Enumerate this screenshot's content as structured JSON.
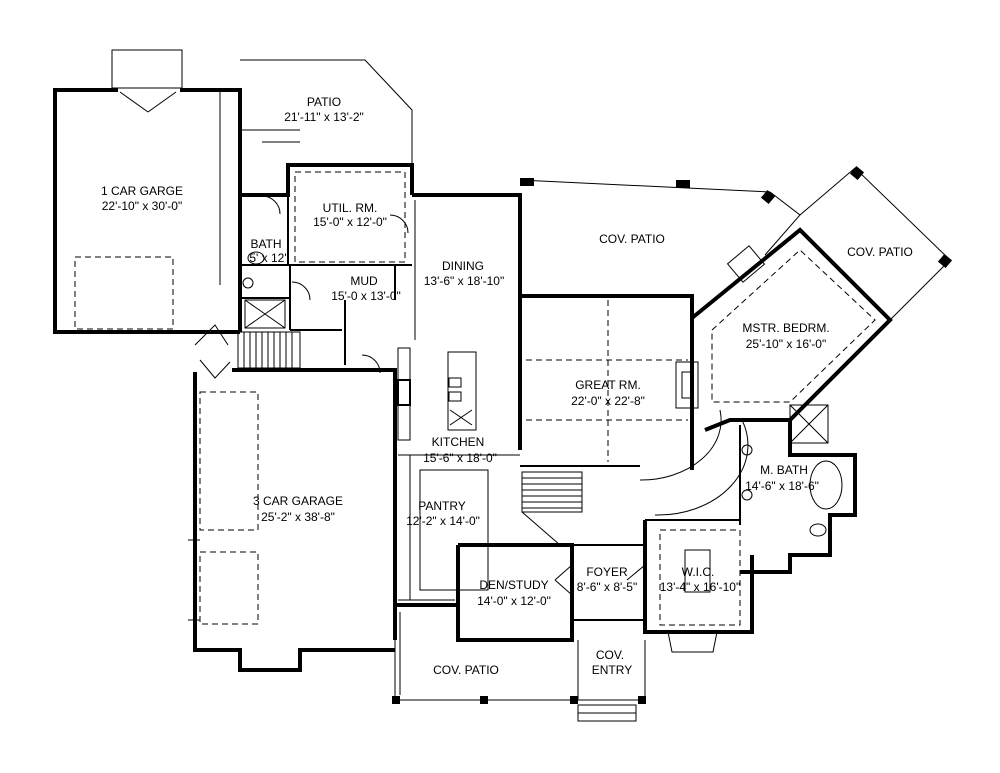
{
  "rooms": [
    {
      "id": "car1",
      "name": "1 CAR GARGE",
      "dims": "22'-10\" x 30'-0\""
    },
    {
      "id": "patio",
      "name": "PATIO",
      "dims": "21'-11\" x 13'-2\""
    },
    {
      "id": "util",
      "name": "UTIL. RM.",
      "dims": "15'-0\" x 12'-0\""
    },
    {
      "id": "bath",
      "name": "BATH",
      "dims": "5' x 12'"
    },
    {
      "id": "mud",
      "name": "MUD",
      "dims": "15'-0 x 13'-0\""
    },
    {
      "id": "dining",
      "name": "DINING",
      "dims": "13'-6\" x 18'-10\""
    },
    {
      "id": "covpatio1",
      "name": "COV. PATIO",
      "dims": ""
    },
    {
      "id": "covpatio2",
      "name": "COV. PATIO",
      "dims": ""
    },
    {
      "id": "mstr",
      "name": "MSTR. BEDRM.",
      "dims": "25'-10\" x 16'-0\""
    },
    {
      "id": "great",
      "name": "GREAT RM.",
      "dims": "22'-0\" x 22'-8\""
    },
    {
      "id": "kitchen",
      "name": "KITCHEN",
      "dims": "15'-6\" x 18'-0\""
    },
    {
      "id": "mbath",
      "name": "M. BATH",
      "dims": "14'-6\" x 18'-6\""
    },
    {
      "id": "car3",
      "name": "3 CAR GARAGE",
      "dims": "25'-2\" x 38'-8\""
    },
    {
      "id": "pantry",
      "name": "PANTRY",
      "dims": "12'-2\" x 14'-0\""
    },
    {
      "id": "den",
      "name": "DEN/STUDY",
      "dims": "14'-0\" x 12'-0\""
    },
    {
      "id": "foyer",
      "name": "FOYER",
      "dims": "8'-6\" x 8'-5\""
    },
    {
      "id": "wic",
      "name": "W.I.C.",
      "dims": "13'-4\" x 16'-10\""
    },
    {
      "id": "covpatio3",
      "name": "COV. PATIO",
      "dims": ""
    },
    {
      "id": "coventry",
      "name": "COV.",
      "dims": "ENTRY"
    }
  ]
}
